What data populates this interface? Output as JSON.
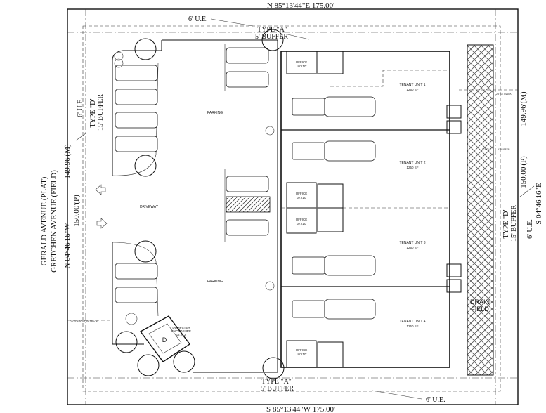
{
  "bearings": {
    "north": "N 85°13'44\"E  175.00'",
    "south": "S 85°13'44\"W  175.00'",
    "east": "S 04°46'16\"E",
    "west": "N 04°46'16\"W"
  },
  "dimensions": {
    "west_measured": "149.96'(M)",
    "west_plat": "150.00'(P)",
    "east_measured": "149.96'(M)",
    "east_plat": "150.00'(P)"
  },
  "streets": {
    "line1": "GERALD        AVENUE       (PLAT)",
    "line2": "GRETCHEN    AVENUE      (FIELD)"
  },
  "easements": {
    "ue_top": "6' U.E.",
    "ue_bottom": "6' U.E.",
    "ue_left": "6' U.E.",
    "ue_right": "6' U.E."
  },
  "buffers": {
    "top_type": "TYPE \"A\"",
    "top_width": "5' BUFFER",
    "bottom_type": "TYPE \"A\"",
    "bottom_width": "5' BUFFER",
    "left_type": "TYPE \"D\"",
    "left_width": "15' BUFFER",
    "right_type": "TYPE \"D\"",
    "right_width": "15' BUFFER"
  },
  "labels": {
    "parking_top": "PARKING",
    "parking_bottom": "PARKING",
    "driveway": "DRIVEWAY",
    "drain_field_1": "DRAIN",
    "drain_field_2": "FIELD",
    "dumpster_1": "DUMPSTER",
    "dumpster_2": "ENCLOSURE",
    "dumpster_3": "12'X12'",
    "dumpster_letter": "D",
    "front_setback": "25'-0\" FRONT SETBACK",
    "rear_setback": "25' SETBACK",
    "side_buffer": "5' BUFFER",
    "side_pole": "5' POLE"
  },
  "offices": [
    {
      "name": "OFFICE",
      "size": "10'X10'"
    },
    {
      "name": "OFFICE",
      "size": "10'X10'"
    },
    {
      "name": "OFFICE",
      "size": "10'X10'"
    },
    {
      "name": "OFFICE",
      "size": "10'X10'"
    }
  ],
  "tenants": [
    {
      "name": "TENANT UNIT 1",
      "area": "1250 SF"
    },
    {
      "name": "TENANT UNIT 2",
      "area": "1250 SF"
    },
    {
      "name": "TENANT UNIT 3",
      "area": "1250 SF"
    },
    {
      "name": "TENANT UNIT 4",
      "area": "1250 SF"
    }
  ]
}
